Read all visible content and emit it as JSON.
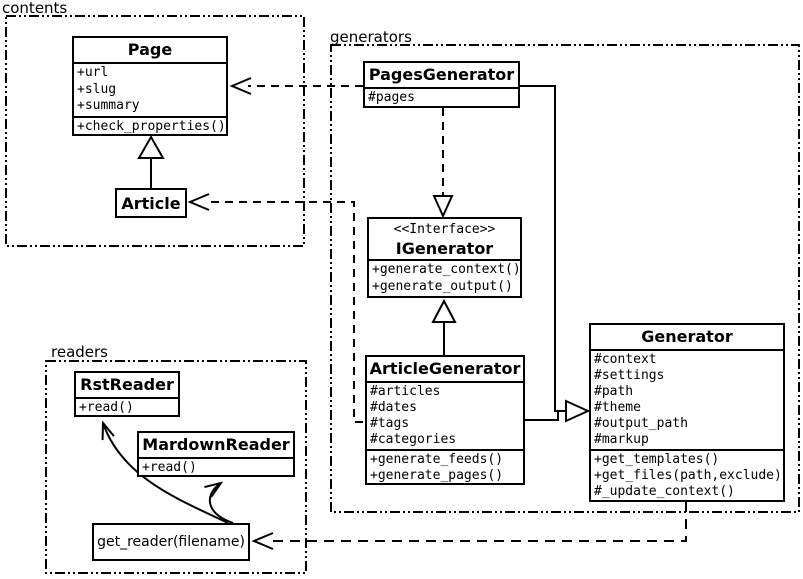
{
  "colors": {
    "line": "#000000",
    "background": "#ffffff"
  },
  "packages": {
    "contents": {
      "label": "contents"
    },
    "generators": {
      "label": "generators"
    },
    "readers": {
      "label": "readers"
    }
  },
  "classes": {
    "page": {
      "title": "Page",
      "attrs": [
        "+url",
        "+slug",
        "+summary"
      ],
      "methods": [
        "+check_properties()"
      ]
    },
    "article": {
      "title": "Article"
    },
    "pages_generator": {
      "title": "PagesGenerator",
      "attrs": [
        "#pages"
      ]
    },
    "igenerator": {
      "stereotype": "<<Interface>>",
      "title": "IGenerator",
      "methods": [
        "+generate_context()",
        "+generate_output()"
      ]
    },
    "article_generator": {
      "title": "ArticleGenerator",
      "attrs": [
        "#articles",
        "#dates",
        "#tags",
        "#categories"
      ],
      "methods": [
        "+generate_feeds()",
        "+generate_pages()"
      ]
    },
    "generator": {
      "title": "Generator",
      "attrs": [
        "#context",
        "#settings",
        "#path",
        "#theme",
        "#output_path",
        "#markup"
      ],
      "methods": [
        "+get_templates()",
        "+get_files(path,exclude)",
        "#_update_context()"
      ]
    },
    "rst_reader": {
      "title": "RstReader",
      "methods": [
        "+read()"
      ]
    },
    "mardown_reader": {
      "title": "MardownReader",
      "methods": [
        "+read()"
      ]
    },
    "get_reader": {
      "label": "get_reader(filename)"
    }
  },
  "relations": [
    {
      "from": "Article",
      "to": "Page",
      "type": "inheritance"
    },
    {
      "from": "PagesGenerator",
      "to": "IGenerator",
      "type": "realization"
    },
    {
      "from": "ArticleGenerator",
      "to": "IGenerator",
      "type": "inheritance"
    },
    {
      "from": "PagesGenerator",
      "to": "Generator",
      "type": "inheritance"
    },
    {
      "from": "ArticleGenerator",
      "to": "Generator",
      "type": "inheritance"
    },
    {
      "from": "PagesGenerator",
      "to": "Page",
      "type": "dependency"
    },
    {
      "from": "ArticleGenerator",
      "to": "Article",
      "type": "dependency"
    },
    {
      "from": "Generator",
      "to": "get_reader(filename)",
      "type": "dependency"
    },
    {
      "from": "get_reader(filename)",
      "to": "RstReader",
      "type": "call"
    },
    {
      "from": "get_reader(filename)",
      "to": "MardownReader",
      "type": "call"
    }
  ]
}
